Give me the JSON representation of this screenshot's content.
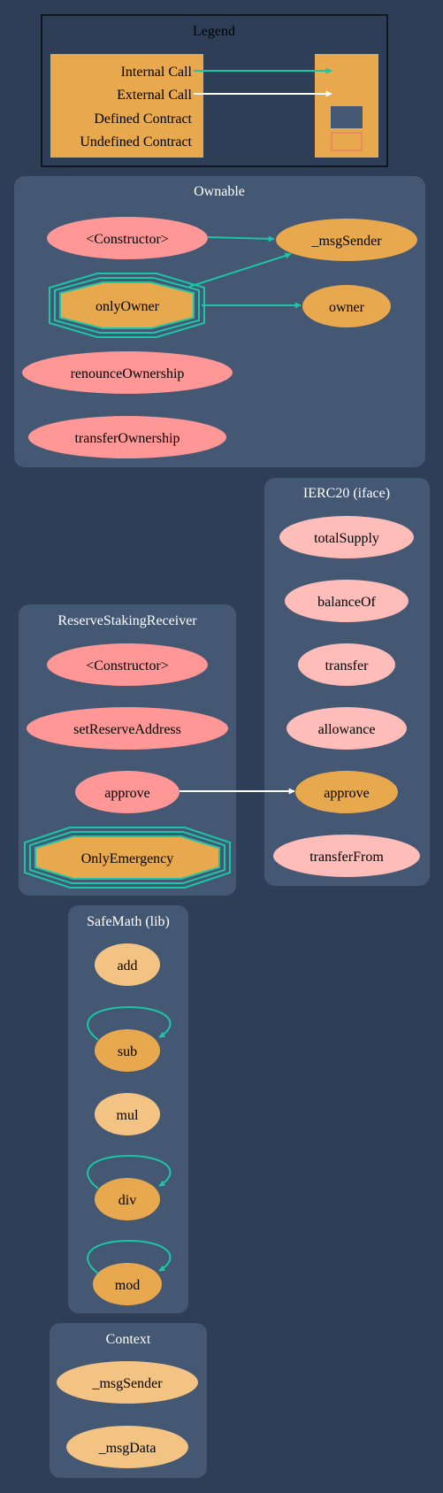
{
  "colors": {
    "background": "#2e3e56",
    "cluster_fill": "#445773",
    "public_function": "#ff9797",
    "internal_function": "#f2c383",
    "modifier_or_called": "#e8a84e",
    "interface_function": "#ffbdb9",
    "internal_call": "#1bc6a6",
    "external_call": "#ffffff",
    "undefined_contract_border": "#e8726d",
    "legend_border": "#000000"
  },
  "legend": {
    "title": "Legend",
    "internal_call": "Internal Call",
    "external_call": "External Call",
    "defined_contract": "Defined Contract",
    "undefined_contract": "Undefined Contract"
  },
  "clusters": {
    "ownable": {
      "title": "Ownable",
      "constructor": "<Constructor>",
      "msg_sender": "_msgSender",
      "only_owner": "onlyOwner",
      "owner": "owner",
      "renounce_ownership": "renounceOwnership",
      "transfer_ownership": "transferOwnership"
    },
    "ierc20": {
      "title": "IERC20  (iface)",
      "total_supply": "totalSupply",
      "balance_of": "balanceOf",
      "transfer": "transfer",
      "allowance": "allowance",
      "approve": "approve",
      "transfer_from": "transferFrom"
    },
    "reserve_staking_receiver": {
      "title": "ReserveStakingReceiver",
      "constructor": "<Constructor>",
      "set_reserve_address": "setReserveAddress",
      "approve": "approve",
      "only_emergency": "OnlyEmergency"
    },
    "safemath": {
      "title": "SafeMath  (lib)",
      "add": "add",
      "sub": "sub",
      "mul": "mul",
      "div": "div",
      "mod": "mod"
    },
    "context": {
      "title": "Context",
      "msg_sender": "_msgSender",
      "msg_data": "_msgData"
    }
  }
}
